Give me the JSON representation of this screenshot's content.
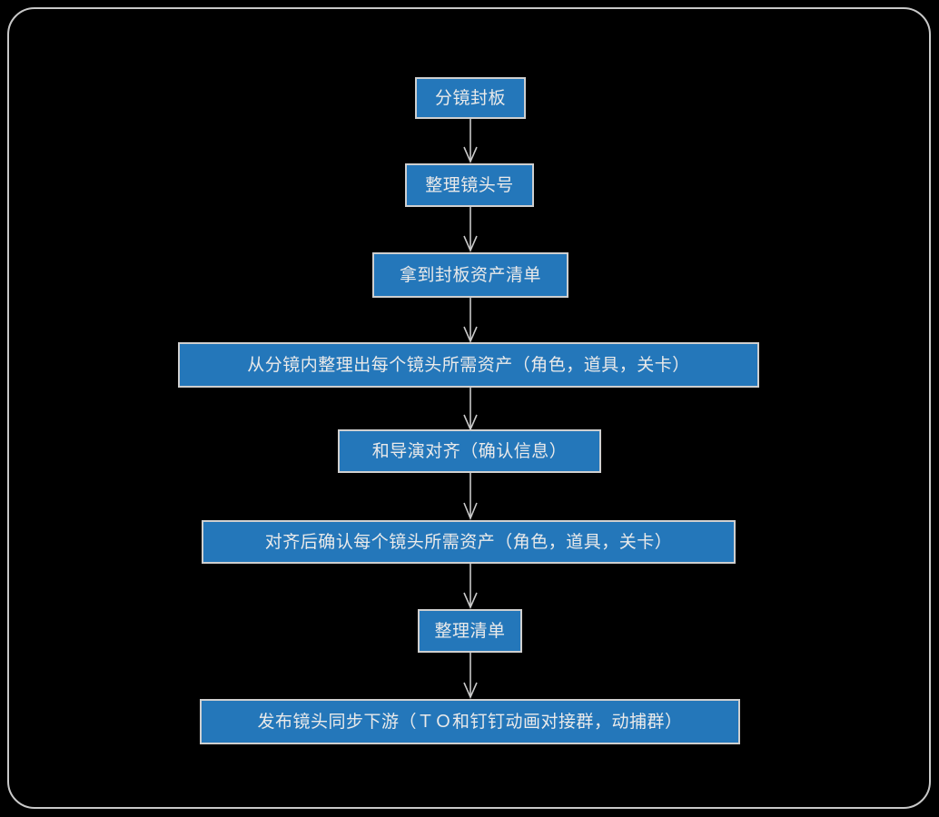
{
  "diagram": {
    "type": "flowchart",
    "orientation": "top-to-bottom",
    "background_color": "#000000",
    "frame_border_color": "#c9c9c9",
    "node_fill_color": "#2477BA",
    "node_border_color": "#cfcfcf",
    "node_text_color": "#eaeaea",
    "connector_color": "#c9c9c9",
    "nodes": [
      {
        "id": "n1",
        "label": "分镜封板"
      },
      {
        "id": "n2",
        "label": "整理镜头号"
      },
      {
        "id": "n3",
        "label": "拿到封板资产清单"
      },
      {
        "id": "n4",
        "label": "从分镜内整理出每个镜头所需资产（角色，道具，关卡）"
      },
      {
        "id": "n5",
        "label": "和导演对齐（确认信息）"
      },
      {
        "id": "n6",
        "label": "对齐后确认每个镜头所需资产（角色，道具，关卡）"
      },
      {
        "id": "n7",
        "label": "整理清单"
      },
      {
        "id": "n8",
        "label": "发布镜头同步下游（ＴＯ和钉钉动画对接群，动捕群）"
      }
    ],
    "edges": [
      {
        "from": "n1",
        "to": "n2"
      },
      {
        "from": "n2",
        "to": "n3"
      },
      {
        "from": "n3",
        "to": "n4"
      },
      {
        "from": "n4",
        "to": "n5"
      },
      {
        "from": "n5",
        "to": "n6"
      },
      {
        "from": "n6",
        "to": "n7"
      },
      {
        "from": "n7",
        "to": "n8"
      }
    ]
  }
}
